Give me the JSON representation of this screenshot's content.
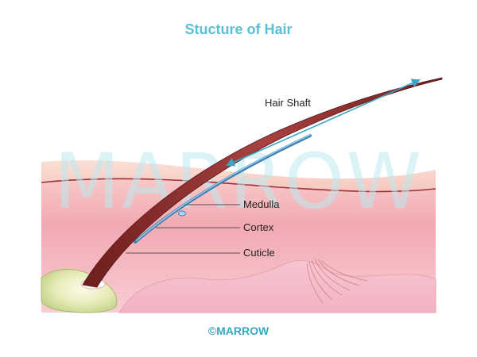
{
  "title": "Stucture of Hair",
  "labels": {
    "hair_shaft": "Hair Shaft",
    "medulla": "Medulla",
    "cortex": "Cortex",
    "cuticle": "Cuticle"
  },
  "watermark": "MARROW",
  "credit": "©MARROW",
  "colors": {
    "title": "#5bc0d6",
    "hair": "#8b2a2a",
    "medulla": "#3f7fb0",
    "arrow": "#3aa6c4",
    "skin": "#f3b8be",
    "credit": "#3aa6c4"
  }
}
